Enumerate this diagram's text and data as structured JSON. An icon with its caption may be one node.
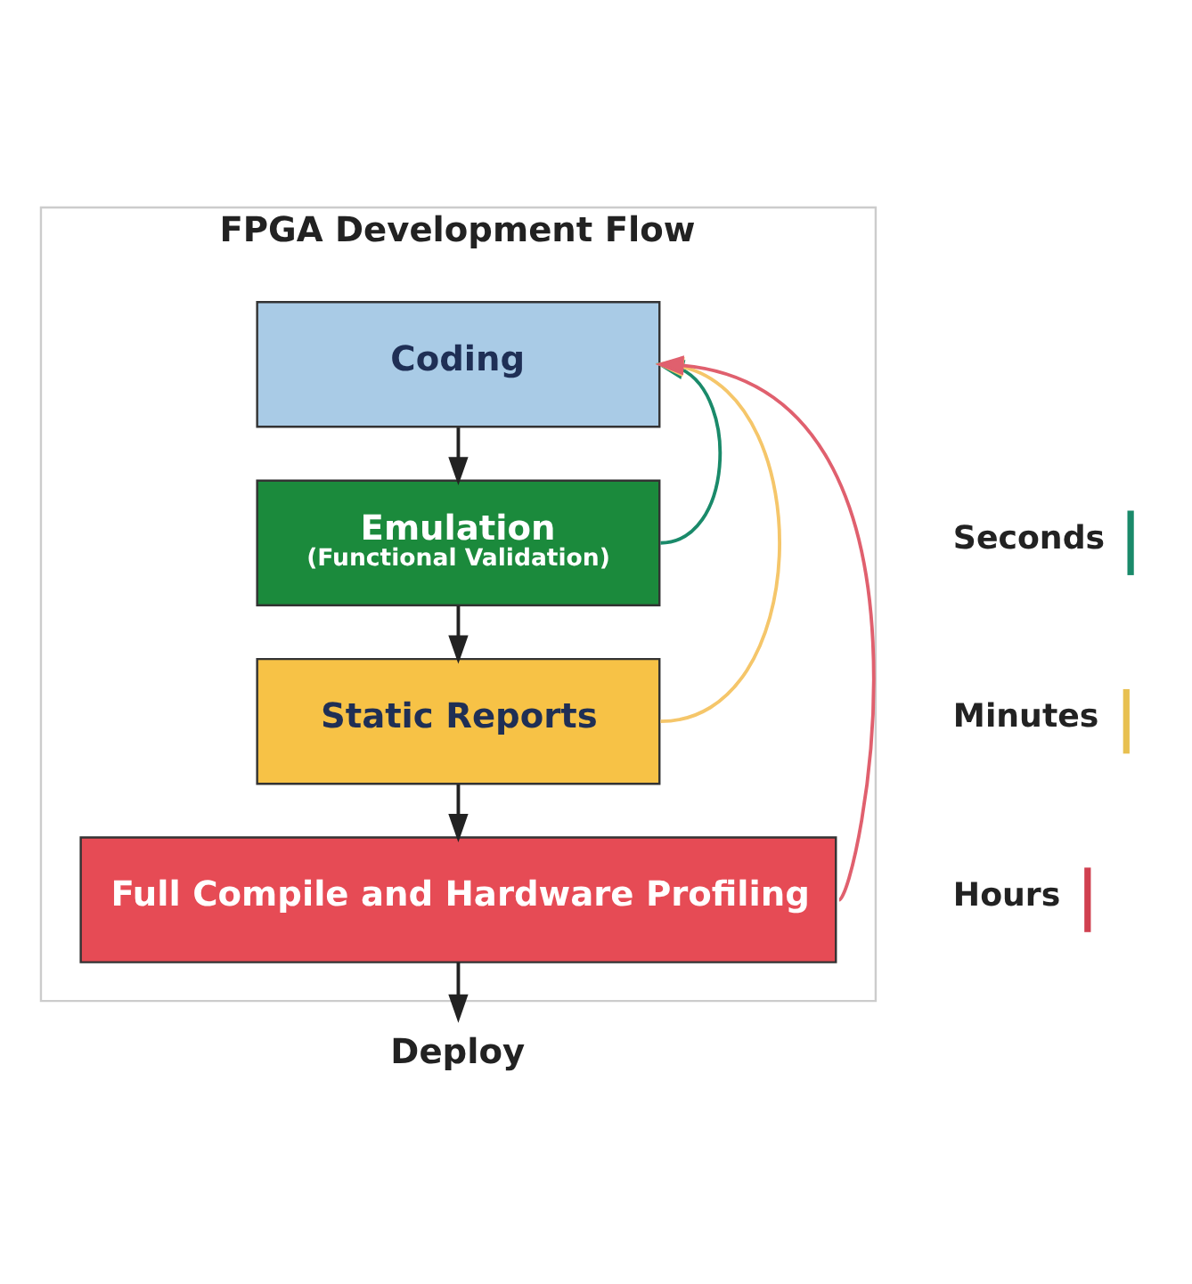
{
  "diagram": {
    "nodes": [
      {
        "text": [
          "FPGA Development Flow"
        ]
      },
      {
        "text": [
          "Coding"
        ],
        "in": 0
      },
      {
        "text": [
          "Emulation",
          "(Functional Validation)"
        ],
        "in": 0
      },
      {
        "text": [
          "Static Reports"
        ],
        "in": 0
      },
      {
        "text": [
          "Full Compile and Hardware Profiling"
        ],
        "in": 0
      },
      {
        "text": [
          "Deploy"
        ]
      }
    ],
    "edges": [
      {
        "from": 1,
        "to": 2,
        "arrow": "to"
      },
      {
        "from": 2,
        "to": 3,
        "arrow": "to"
      },
      {
        "from": 3,
        "to": 4,
        "arrow": "to"
      },
      {
        "from": 4,
        "to": 5,
        "arrow": "to"
      },
      {
        "from": 2,
        "to": 1,
        "arrow": "to",
        "color": "#1a8a6a"
      },
      {
        "from": 3,
        "to": 1,
        "arrow": "to",
        "color": "#f5c66a"
      },
      {
        "from": 4,
        "to": 1,
        "arrow": "to",
        "color": "#e0606e"
      }
    ],
    "labels": [
      "Seconds",
      "Minutes",
      "Hours"
    ]
  }
}
